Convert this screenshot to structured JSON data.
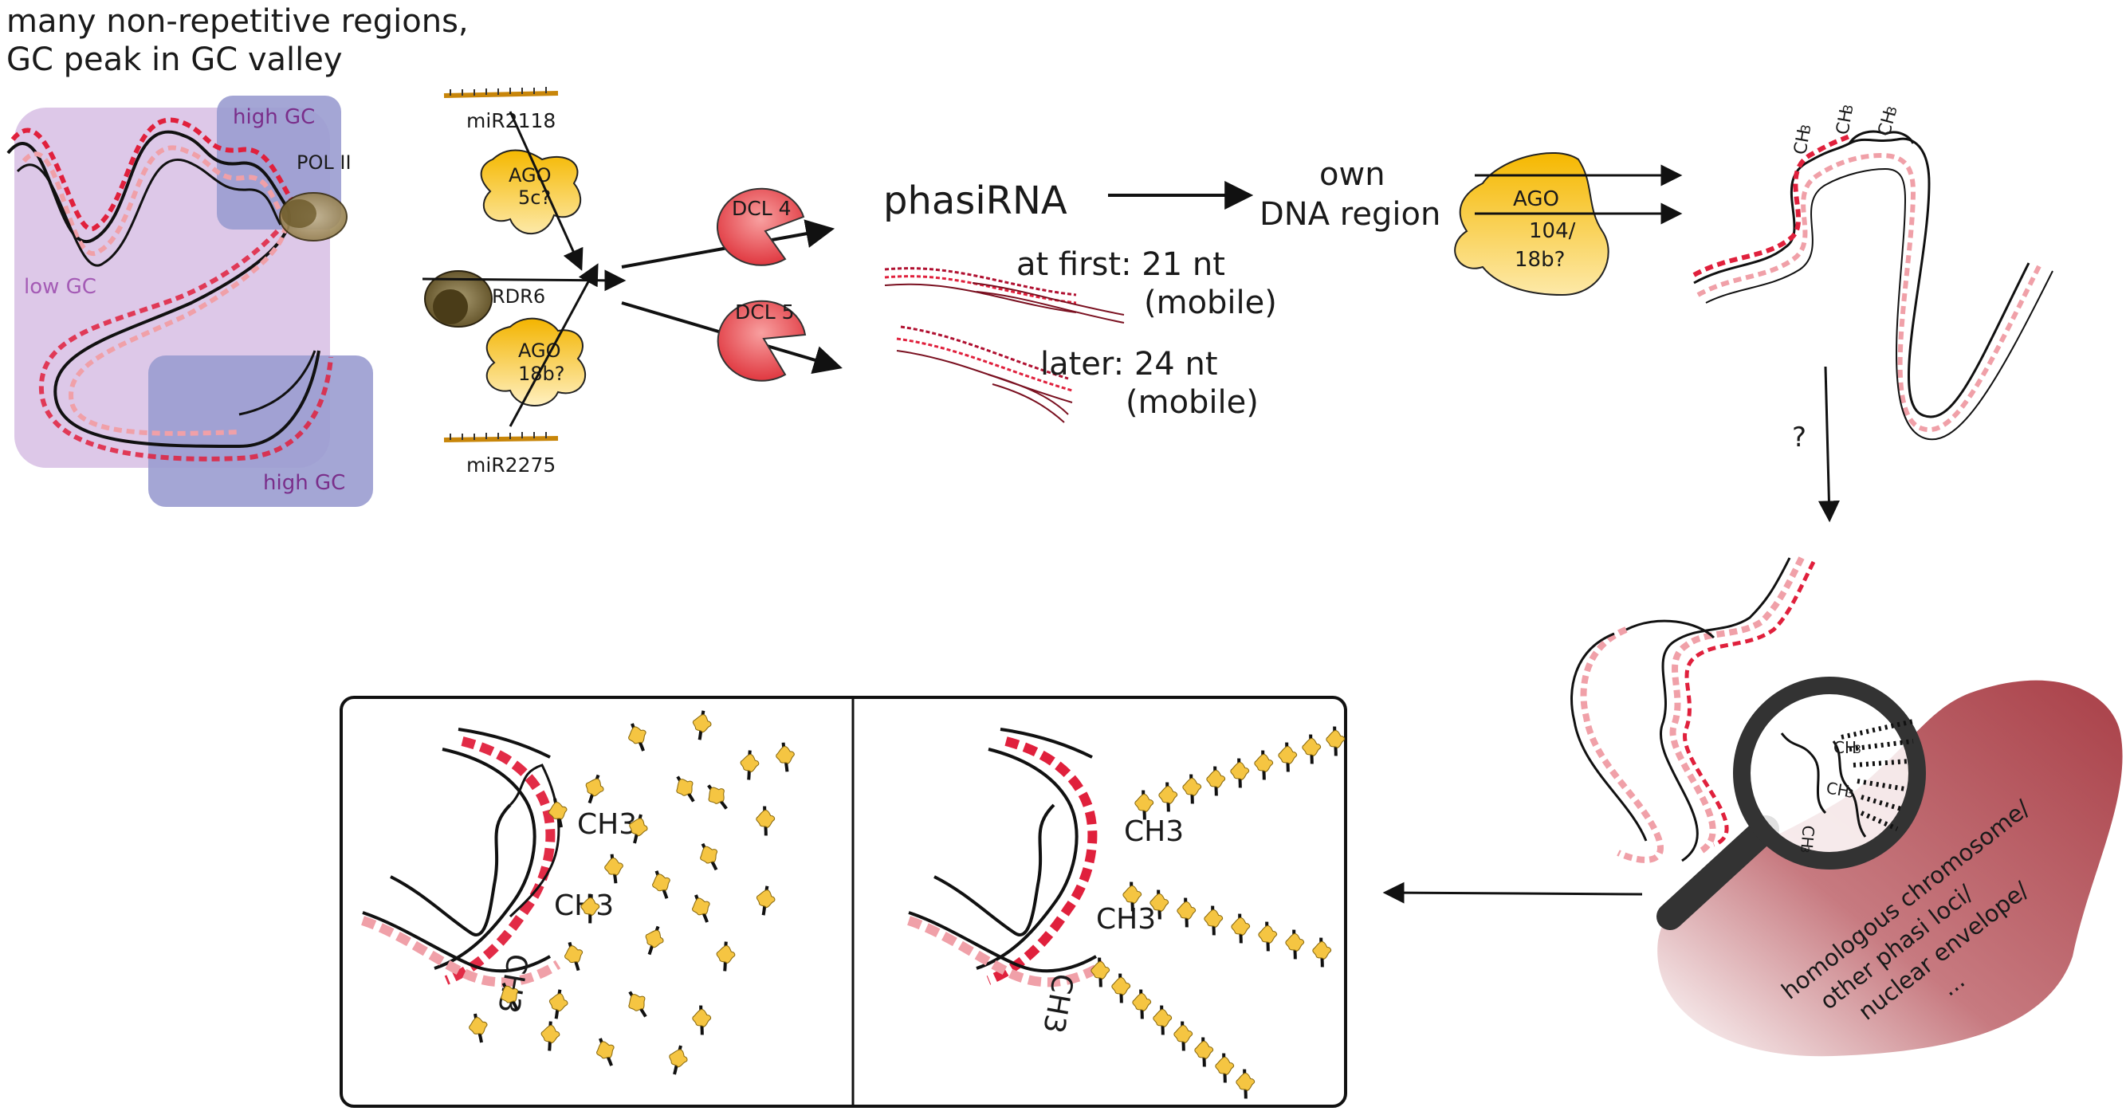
{
  "header": {
    "line1": "many non-repetitive regions,",
    "line2": "GC peak in GC valley"
  },
  "regions": {
    "high_gc_top": "high GC",
    "low_gc": "low GC",
    "high_gc_bottom": "high GC",
    "pol2": "POL II"
  },
  "precursor": {
    "mir_top": "miR2118",
    "ago_top": [
      "AGO",
      "5c?"
    ],
    "rdr": "RDR6",
    "ago_bottom": [
      "AGO",
      "18b?"
    ],
    "mir_bottom": "miR2275"
  },
  "dicers": {
    "dcl4": "DCL 4",
    "dcl5": "DCL 5"
  },
  "phasirna": {
    "title": "phasiRNA",
    "first": "at first: 21 nt",
    "first_mobile": "(mobile)",
    "later": "later: 24 nt",
    "later_mobile": "(mobile)"
  },
  "target": {
    "line1": "own",
    "line2": "DNA region"
  },
  "ago_complex": [
    "AGO",
    "104/",
    "18b?"
  ],
  "methyl": {
    "ch3": "CH3",
    "ch3_base": "CH",
    "ch3_sub": "3"
  },
  "question": "?",
  "envelope": [
    "homologous chromosome/",
    "other phasi loci/",
    "nuclear envelope/",
    "..."
  ],
  "colors": {
    "strand_red": "#e0203c",
    "strand_pink": "#f0a0a8",
    "dcl_red": "#e8505a",
    "ago_yellow": "#f5c542",
    "purple_region": "#d9c2e6",
    "blue_region": "#9a9cd0",
    "envelope": "#b4575e"
  }
}
